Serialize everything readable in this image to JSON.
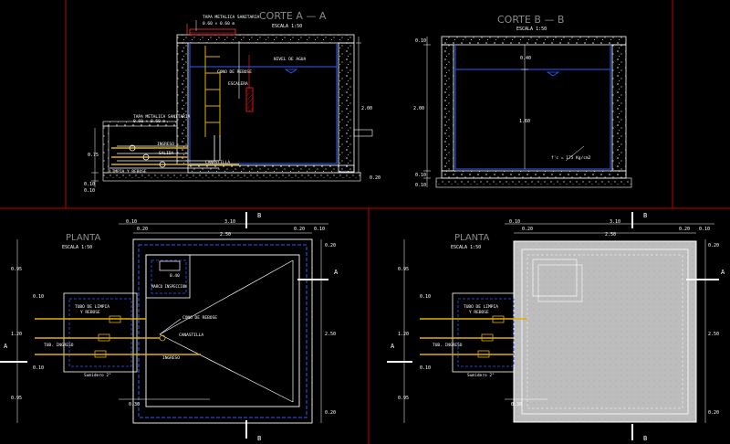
{
  "sections": {
    "a": {
      "title": "CORTE A — A",
      "scale": "ESCALA 1:50"
    },
    "b": {
      "title": "CORTE B — B",
      "scale": "ESCALA 1:50"
    }
  },
  "plans": {
    "left": {
      "title": "PLANTA",
      "scale": "ESCALA 1:50"
    },
    "right": {
      "title": "PLANTA",
      "scale": "ESCALA 1:50"
    }
  },
  "labels": {
    "tapa_top": "TAPA METALICA SANITARIA",
    "tapa_top_dim": "0.60 × 0.60 m",
    "tapa_mid": "TAPA METALICA SANITARIA",
    "tapa_mid_dim": "0.60 × 0.60 m",
    "cono_rebose": "CONO DE REBOSE",
    "escalera": "ESCALERA",
    "nivel_agua": "NIVEL DE AGUA",
    "ingreso": "INGRESO",
    "salida": "SALIDA",
    "canastilla": "CANASTILLA",
    "limpia_rebose": "LIMPIA Y REBOSE",
    "tubo_limpia": "TUBO DE LIMPIA",
    "y_rebose": "Y REBOSE",
    "tub_ingreso": "TUB. INGRESO",
    "sumidero": "Sumidero 2\"",
    "marco": "MARCO INSPECCION",
    "fc": "f'c = 175 Kg/cm2",
    "cut_a": "A",
    "cut_b": "B"
  },
  "dims": {
    "sec_a_height": "2.00",
    "sec_a_075": "0.75",
    "sec_a_020": "0.20",
    "sec_a_010": "0.10",
    "sec_b_top": "0.10",
    "sec_b_040": "0.40",
    "sec_b_200": "2.00",
    "sec_b_160": "1.60",
    "sec_b_bot1": "0.10",
    "sec_b_bot2": "0.10",
    "plan_310": "3.10",
    "plan_250": "2.50",
    "plan_020": "0.20",
    "plan_010": "0.10",
    "plan_095": "0.95",
    "plan_120": "1.20",
    "plan_030": "0.30",
    "plan_040": "0.40"
  }
}
